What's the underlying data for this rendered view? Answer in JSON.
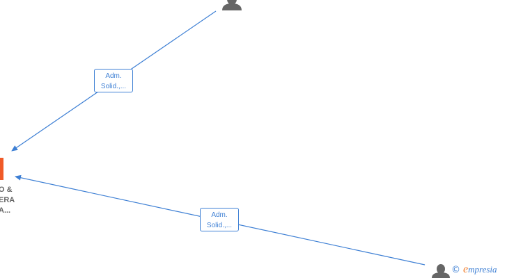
{
  "edges": [
    {
      "label_line1": "Adm.",
      "label_line2": "Solid.,..."
    },
    {
      "label_line1": "Adm.",
      "label_line2": "Solid.,..."
    }
  ],
  "company": {
    "line1": "O &",
    "line2": "ERA",
    "line3": "A..."
  },
  "brand": {
    "copyright": "©",
    "e": "e",
    "rest": "mpresia"
  },
  "colors": {
    "edge": "#3d7fd4",
    "person_icon": "#666666",
    "company_icon": "#f05a28"
  }
}
